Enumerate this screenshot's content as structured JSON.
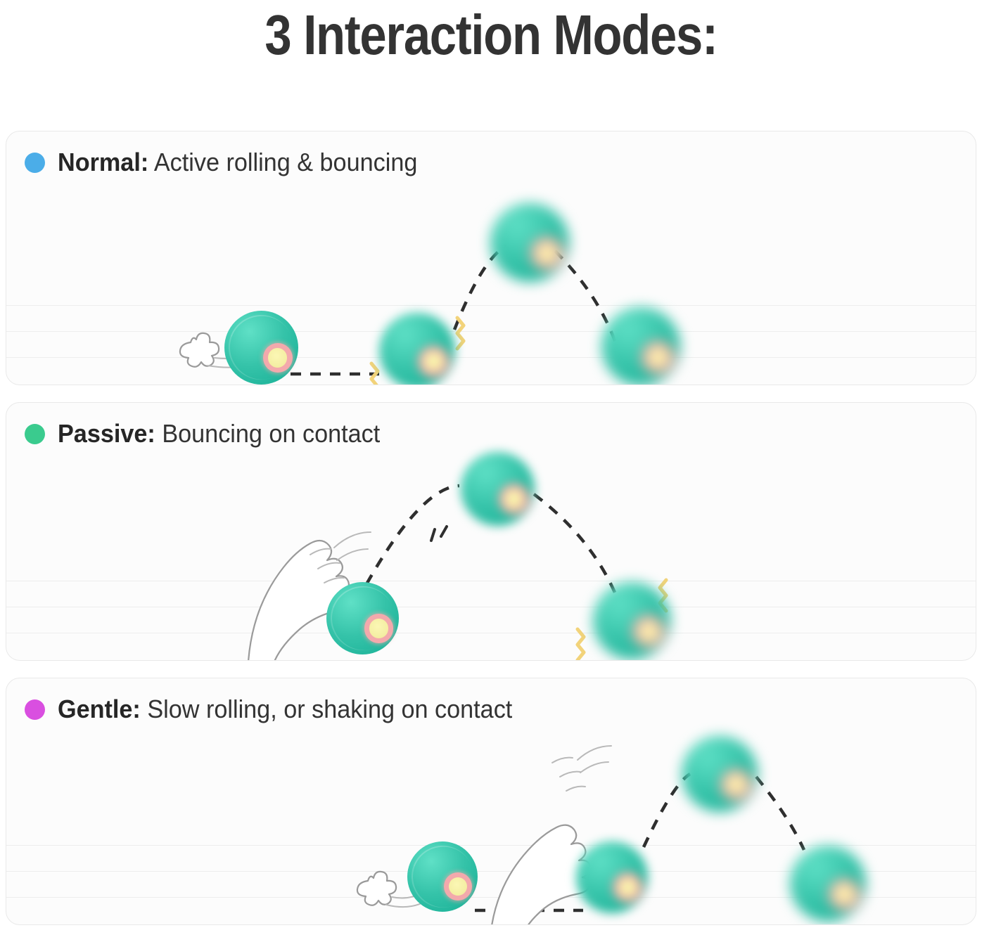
{
  "page": {
    "title": "3 Interaction Modes:",
    "background_color": "#ffffff",
    "panel_background": "#fcfcfc",
    "panel_border_color": "#e9e9e9"
  },
  "modes": [
    {
      "id": "normal",
      "dot_color": "#4badE8",
      "dot_icon": "blue-status-dot-icon",
      "name": "Normal:",
      "description": "Active rolling & bouncing",
      "scene": {
        "elements": [
          "dust-puff",
          "rolling-ball",
          "vibrating-ball",
          "apex-ball",
          "landing-ball"
        ],
        "trajectory": "roll-then-bounce",
        "ball_count": 4
      }
    },
    {
      "id": "passive",
      "dot_color": "#3acb8e",
      "dot_icon": "green-status-dot-icon",
      "name": "Passive:",
      "description": "Bouncing on contact",
      "scene": {
        "elements": [
          "pet-paw",
          "contact-ball",
          "apex-ball",
          "landing-ball"
        ],
        "trajectory": "arc-bounce",
        "ball_count": 3
      }
    },
    {
      "id": "gentle",
      "dot_color": "#d94fe0",
      "dot_icon": "magenta-status-dot-icon",
      "name": "Gentle:",
      "description": "Slow rolling, or shaking on contact",
      "scene": {
        "elements": [
          "dust-puff",
          "rolling-ball",
          "pet-paw",
          "contact-ball",
          "apex-ball",
          "landing-ball"
        ],
        "trajectory": "roll-then-arc-bounce",
        "ball_count": 4
      }
    }
  ],
  "ball_design": {
    "shell_color": "#2fc0a6",
    "eye_ring_color": "#f3a9ac",
    "eye_center_color": "#f5efa4",
    "vibration_mark_color": "#f2d37a",
    "trajectory_line_color": "#2f2f2f"
  }
}
